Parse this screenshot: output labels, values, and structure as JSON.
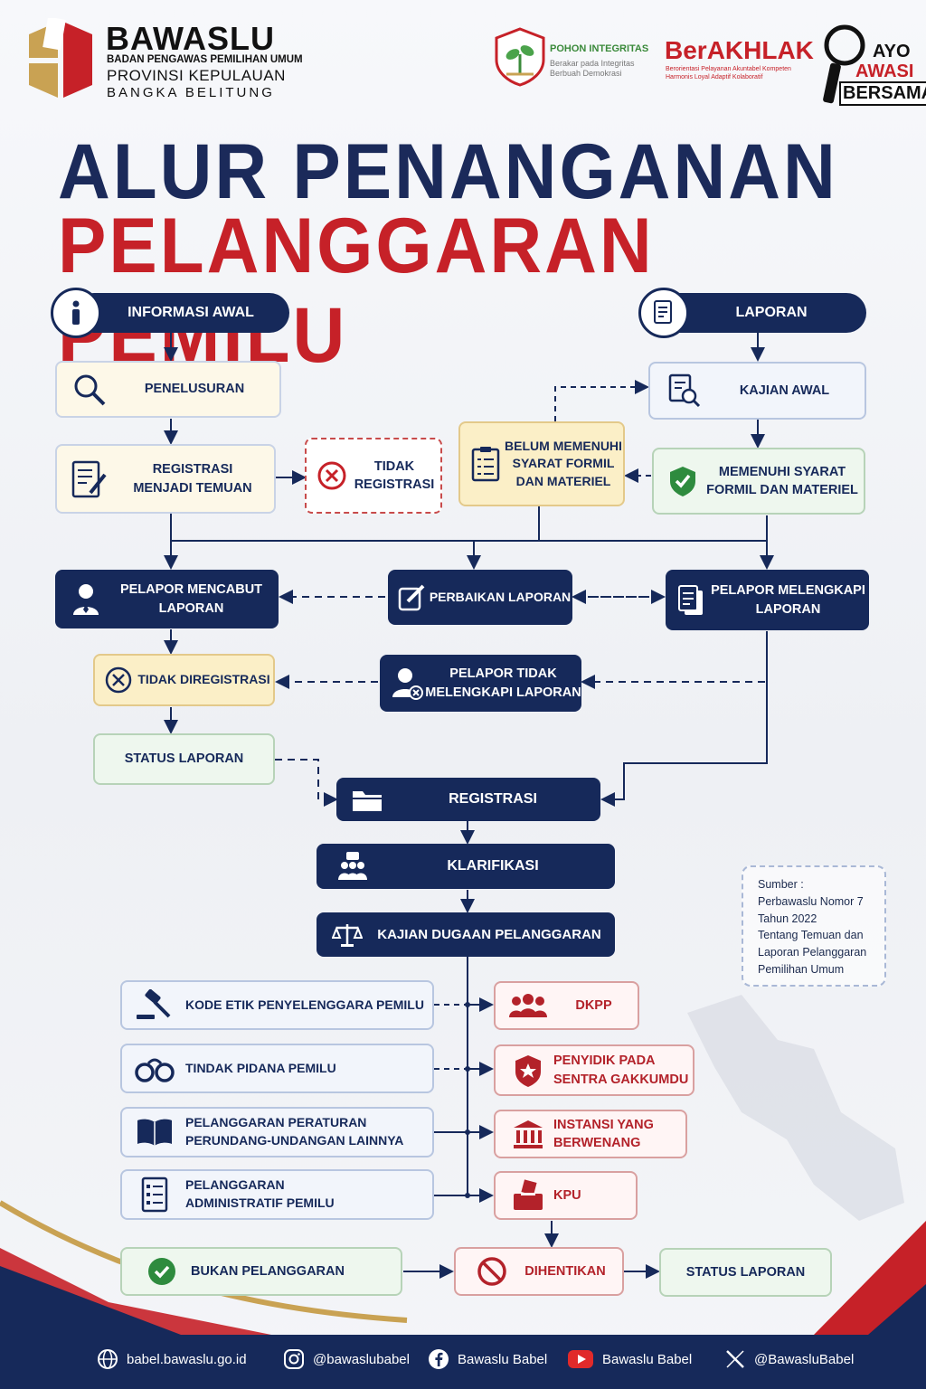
{
  "header": {
    "org_name": "BAWASLU",
    "org_sub1": "BADAN PENGAWAS PEMILIHAN UMUM",
    "org_sub2": "PROVINSI KEPULAUAN",
    "org_sub3": "BANGKA BELITUNG",
    "pohon_title": "POHON INTEGRITAS",
    "pohon_line1": "Berakar pada Integritas",
    "pohon_line2": "Berbuah Demokrasi",
    "berakhlak_title": "BerAKHLAK",
    "berakhlak_line1": "Berorientasi Pelayanan Akuntabel Kompeten",
    "berakhlak_line2": "Harmonis Loyal Adaptif Kolaboratif",
    "ayo1": "AYO",
    "ayo2": "AWASI",
    "ayo3": "BERSAMA"
  },
  "title": {
    "line1": "ALUR PENANGANAN",
    "line2": "PELANGGARAN PEMILU"
  },
  "flow": {
    "informasi_awal": "INFORMASI AWAL",
    "laporan": "LAPORAN",
    "penelusuran": "PENELUSURAN",
    "kajian_awal": "KAJIAN AWAL",
    "registrasi_temuan_1": "REGISTRASI",
    "registrasi_temuan_2": "MENJADI TEMUAN",
    "tidak_registrasi_1": "TIDAK",
    "tidak_registrasi_2": "REGISTRASI",
    "belum_1": "BELUM MEMENUHI",
    "belum_2": "SYARAT FORMIL",
    "belum_3": "DAN MATERIEL",
    "memenuhi_1": "MEMENUHI SYARAT",
    "memenuhi_2": "FORMIL DAN MATERIEL",
    "mencabut_1": "PELAPOR MENCABUT",
    "mencabut_2": "LAPORAN",
    "perbaikan": "PERBAIKAN LAPORAN",
    "melengkapi_1": "PELAPOR MELENGKAPI",
    "melengkapi_2": "LAPORAN",
    "tidak_diregistrasi": "TIDAK DIREGISTRASI",
    "tidak_melengkapi_1": "PELAPOR TIDAK",
    "tidak_melengkapi_2": "MELENGKAPI LAPORAN",
    "status_laporan_1": "STATUS LAPORAN",
    "registrasi": "REGISTRASI",
    "klarifikasi": "KLARIFIKASI",
    "kajian_dugaan": "KAJIAN DUGAAN PELANGGARAN",
    "kode_etik": "KODE ETIK PENYELENGGARA PEMILU",
    "tindak_pidana": "TINDAK PIDANA PEMILU",
    "pelanggaran_peraturan_1": "PELANGGARAN PERATURAN",
    "pelanggaran_peraturan_2": "PERUNDANG-UNDANGAN LAINNYA",
    "pelanggaran_admin_1": "PELANGGARAN",
    "pelanggaran_admin_2": "ADMINISTRATIF PEMILU",
    "dkpp": "DKPP",
    "penyidik_1": "PENYIDIK PADA",
    "penyidik_2": "SENTRA GAKKUMDU",
    "instansi_1": "INSTANSI YANG",
    "instansi_2": "BERWENANG",
    "kpu": "KPU",
    "bukan_pelanggaran": "BUKAN PELANGGARAN",
    "dihentikan": "DIHENTIKAN",
    "status_laporan_2": "STATUS LAPORAN"
  },
  "source": {
    "label": "Sumber :",
    "line1": "Perbawaslu Nomor 7",
    "line2": "Tahun 2022",
    "line3": "Tentang Temuan dan",
    "line4": "Laporan Pelanggaran",
    "line5": "Pemilihan Umum"
  },
  "footer": {
    "website": "babel.bawaslu.go.id",
    "instagram": "@bawaslubabel",
    "facebook": "Bawaslu Babel",
    "youtube": "Bawaslu Babel",
    "x": "@BawasluBabel"
  },
  "colors": {
    "navy": "#16295a",
    "red": "#c62128",
    "gold": "#c9a253"
  }
}
